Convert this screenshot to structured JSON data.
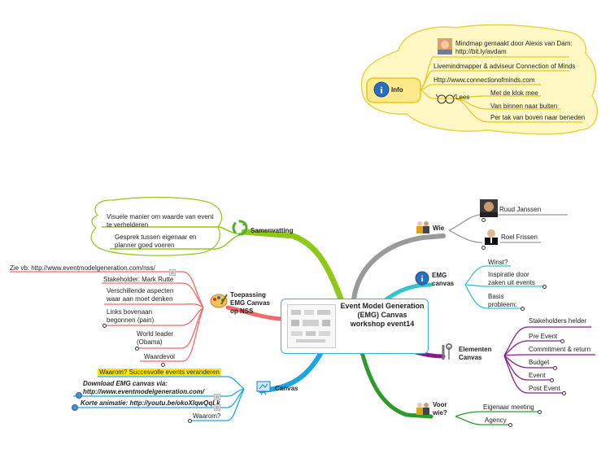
{
  "colors": {
    "info_fill": "#fff8c4",
    "info_stroke": "#e9d24a",
    "info_branch": "#e8c420",
    "samenvatting_branch": "#8ec919",
    "toepassing_branch": "#f06b6b",
    "canvas_branch": "#1aa6e0",
    "wie_branch": "#9a9a9a",
    "emg_branch": "#34c4cf",
    "elementen_branch": "#8a1a8a",
    "voorwie_branch": "#2e9a2e",
    "center_border": "#3bb1d6"
  },
  "center": {
    "title": "Event Model Generation (EMG) Canvas workshop event14"
  },
  "info": {
    "label": "Info",
    "items": [
      "Mindmap gemaakt door Alexis van Dam: http://bit.ly/avdam",
      "Livemindmapper & adviseur Connection of Minds",
      "Http://www.connectionofminds.com"
    ],
    "lees_label": "Lees",
    "lees_items": [
      "Met de klok mee",
      "Van binnen naar buiten",
      "Per tak van boven naar beneden"
    ]
  },
  "samenvatting": {
    "label": "Samenvatting",
    "items": [
      "Visuele manier om waarde van event te verhelderen",
      "Gesprek tussen eigenaar en planner goed voeren"
    ]
  },
  "toepassing": {
    "label": "Toepassing EMG Canvas op NSS",
    "items": [
      "Zie vb: http://www.eventmodelgeneration.com/nss/",
      "Stakeholder: Mark Rutte",
      "Verschillende aspecten waar aan moet denken",
      "Links bovenaan begonnen (pain)",
      "World leader (Obama)",
      "Waardevol"
    ]
  },
  "canvas": {
    "label": "Canvas",
    "items": [
      "Waarom? Succesvolle events veranderen",
      "Download EMG canvas via: http://www.eventmodelgeneration.com/",
      "Korte animatie: http://youtu.be/okoXlqwQqLk",
      "Waarom?"
    ]
  },
  "wie": {
    "label": "Wie",
    "items": [
      "Ruud Janssen",
      "Roel Frissen"
    ]
  },
  "emg_canvas": {
    "label": "EMG canvas",
    "items": [
      "Winst?",
      "Inspiratie door zaken uit events",
      "Basis probleem:"
    ]
  },
  "elementen": {
    "label": "Elementen Canvas",
    "items": [
      "Stakeholders helder",
      "Pre Event",
      "Commitment & return",
      "Budget",
      "Event",
      "Post Event"
    ]
  },
  "voor_wie": {
    "label": "Voor wie?",
    "items": [
      "Eigenaar meeting",
      "Agency"
    ]
  }
}
